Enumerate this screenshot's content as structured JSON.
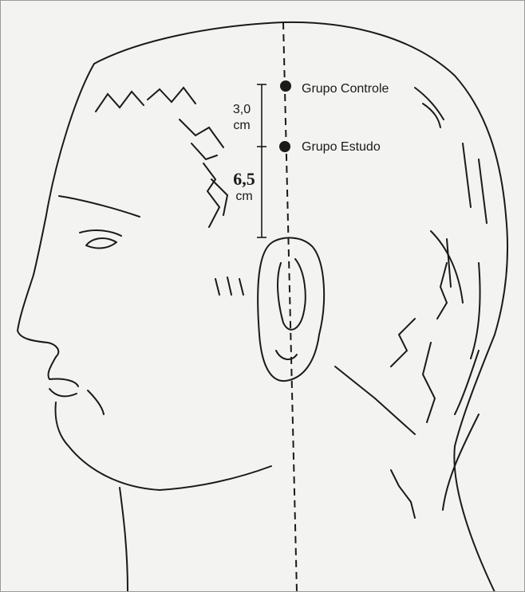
{
  "points": {
    "control": {
      "label": "Grupo Controle"
    },
    "study": {
      "label": "Grupo Estudo"
    }
  },
  "measurements": {
    "upper": {
      "value": "3,0",
      "unit": "cm"
    },
    "lower": {
      "value": "6,5",
      "unit": "cm"
    }
  },
  "colors": {
    "ink": "#1a1a1a",
    "paper": "#f3f3f1"
  }
}
